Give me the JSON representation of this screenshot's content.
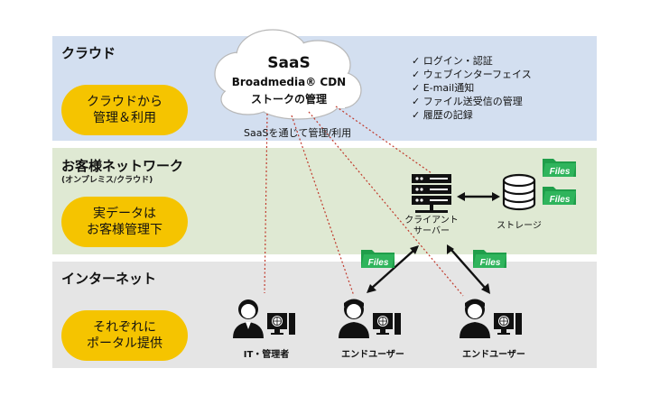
{
  "cloud_band": {
    "title": "クラウド",
    "pill": [
      "クラウドから",
      "管理＆利用"
    ]
  },
  "saas": {
    "title": "SaaS",
    "line1": "Broadmedia® CDN",
    "line2": "ストークの管理",
    "caption": "SaaSを通じて管理/利用"
  },
  "features": [
    "✓ ログイン・認証",
    "✓ ウェブインターフェイス",
    "✓ E-mail通知",
    "✓ ファイル送受信の管理",
    "✓ 履歴の記録"
  ],
  "customer_band": {
    "title": "お客様ネットワーク",
    "subtitle": "(オンプレミス/クラウド)",
    "pill": [
      "実データは",
      "お客様管理下"
    ]
  },
  "server": {
    "label": [
      "クライアント",
      "サーバー"
    ]
  },
  "storage": {
    "label": "ストレージ"
  },
  "files_label": "Files",
  "internet_band": {
    "title": "インターネット",
    "pill": [
      "それぞれに",
      "ポータル提供"
    ]
  },
  "users": {
    "admin": "IT・管理者",
    "end_user_1": "エンドユーザー",
    "end_user_2": "エンドユーザー"
  },
  "colors": {
    "cloud_bg": "#d3dff0",
    "network_bg": "#dfe9d3",
    "internet_bg": "#e5e5e5",
    "pill": "#f5c400",
    "files_green": "#1f9e4a",
    "dotted_line": "#c0392b"
  }
}
